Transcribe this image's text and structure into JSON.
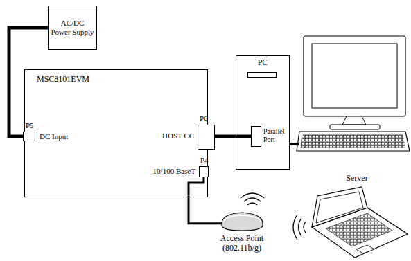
{
  "diagram": {
    "nodes": [
      {
        "text": [
          "AC/DC Power Supply"
        ]
      },
      {
        "text": [
          "MSC8101EVM"
        ]
      },
      {
        "text": [
          "P5",
          "DC Input"
        ],
        "in": 1
      },
      {
        "text": [
          "P6",
          "HOST CC"
        ],
        "in": 1
      },
      {
        "text": [
          "P4",
          "10/100 BaseT"
        ],
        "in": 1
      },
      {
        "text": [
          "PC"
        ]
      },
      {
        "text": [
          "Parallel Port"
        ],
        "in": 5
      },
      {
        "text": [
          "Access Point (802.11b/g)"
        ]
      },
      {
        "text": [
          "Server"
        ]
      }
    ],
    "edges": [
      {
        "from": 0,
        "to": 2,
        "arrow": "none"
      },
      {
        "from": 3,
        "to": 6,
        "arrow": "none"
      },
      {
        "from": 4,
        "to": 7,
        "arrow": "none"
      }
    ]
  }
}
